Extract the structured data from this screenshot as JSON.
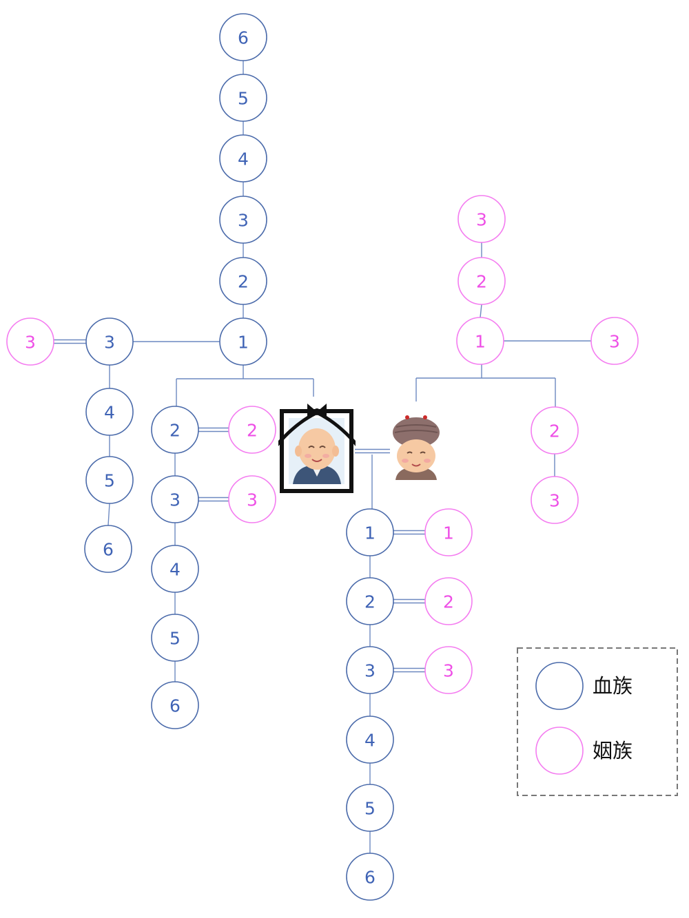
{
  "colors": {
    "blood": "#4a6aaa",
    "blood_text": "#3f63b5",
    "inlaw": "#f47cf0",
    "inlaw_text": "#ee4fe6",
    "line": "#6c88c0",
    "legend_border": "#777777"
  },
  "legend": {
    "blood_label": "血族",
    "inlaw_label": "姻族"
  },
  "nodes": [
    {
      "id": "a6",
      "label": "6",
      "kind": "blood"
    },
    {
      "id": "a5",
      "label": "5",
      "kind": "blood"
    },
    {
      "id": "a4",
      "label": "4",
      "kind": "blood"
    },
    {
      "id": "a3",
      "label": "3",
      "kind": "blood"
    },
    {
      "id": "a2",
      "label": "2",
      "kind": "blood"
    },
    {
      "id": "a1",
      "label": "1",
      "kind": "blood"
    },
    {
      "id": "u3",
      "label": "3",
      "kind": "blood"
    },
    {
      "id": "u3s",
      "label": "3",
      "kind": "inlaw"
    },
    {
      "id": "u4",
      "label": "4",
      "kind": "blood"
    },
    {
      "id": "u5",
      "label": "5",
      "kind": "blood"
    },
    {
      "id": "u6",
      "label": "6",
      "kind": "blood"
    },
    {
      "id": "s2",
      "label": "2",
      "kind": "blood"
    },
    {
      "id": "s2s",
      "label": "2",
      "kind": "inlaw"
    },
    {
      "id": "s3",
      "label": "3",
      "kind": "blood"
    },
    {
      "id": "s3s",
      "label": "3",
      "kind": "inlaw"
    },
    {
      "id": "s4",
      "label": "4",
      "kind": "blood"
    },
    {
      "id": "s5",
      "label": "5",
      "kind": "blood"
    },
    {
      "id": "s6",
      "label": "6",
      "kind": "blood"
    },
    {
      "id": "c1",
      "label": "1",
      "kind": "blood"
    },
    {
      "id": "c1s",
      "label": "1",
      "kind": "inlaw"
    },
    {
      "id": "c2",
      "label": "2",
      "kind": "blood"
    },
    {
      "id": "c2s",
      "label": "2",
      "kind": "inlaw"
    },
    {
      "id": "c3",
      "label": "3",
      "kind": "blood"
    },
    {
      "id": "c3s",
      "label": "3",
      "kind": "inlaw"
    },
    {
      "id": "c4",
      "label": "4",
      "kind": "blood"
    },
    {
      "id": "c5",
      "label": "5",
      "kind": "blood"
    },
    {
      "id": "c6",
      "label": "6",
      "kind": "blood"
    },
    {
      "id": "w3",
      "label": "3",
      "kind": "inlaw"
    },
    {
      "id": "w2",
      "label": "2",
      "kind": "inlaw"
    },
    {
      "id": "w1",
      "label": "1",
      "kind": "inlaw"
    },
    {
      "id": "wu3",
      "label": "3",
      "kind": "inlaw"
    },
    {
      "id": "ws2",
      "label": "2",
      "kind": "inlaw"
    },
    {
      "id": "ws3",
      "label": "3",
      "kind": "inlaw"
    }
  ],
  "people": {
    "deceased": "deceased-grandfather-portrait",
    "spouse": "grandmother-figure"
  }
}
